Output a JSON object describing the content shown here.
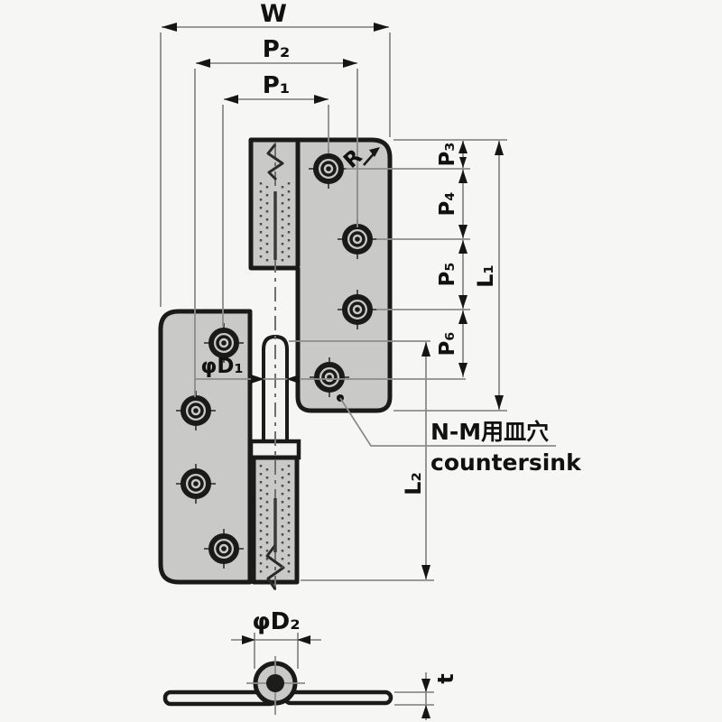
{
  "colors": {
    "background": "#f6f6f4",
    "leaf-fill": "#c9c9c7",
    "metal-light": "#f3f3f1",
    "outline": "#1a1a1a",
    "dim-line": "#8c8c8c",
    "label": "#111111"
  },
  "front_view": {
    "dim_w": "W",
    "dim_p1": "P₁",
    "dim_p2": "P₂",
    "dim_p3": "P₃",
    "dim_p4": "P₄",
    "dim_p5": "P₅",
    "dim_p6": "P₆",
    "dim_l1": "L₁",
    "dim_l2": "L₂",
    "dim_r": "R",
    "dim_d1": "φD₁",
    "note_jp": "N-M用皿穴",
    "note_en": "countersink"
  },
  "bottom_view": {
    "dim_d2": "φD₂",
    "dim_t": "t"
  }
}
